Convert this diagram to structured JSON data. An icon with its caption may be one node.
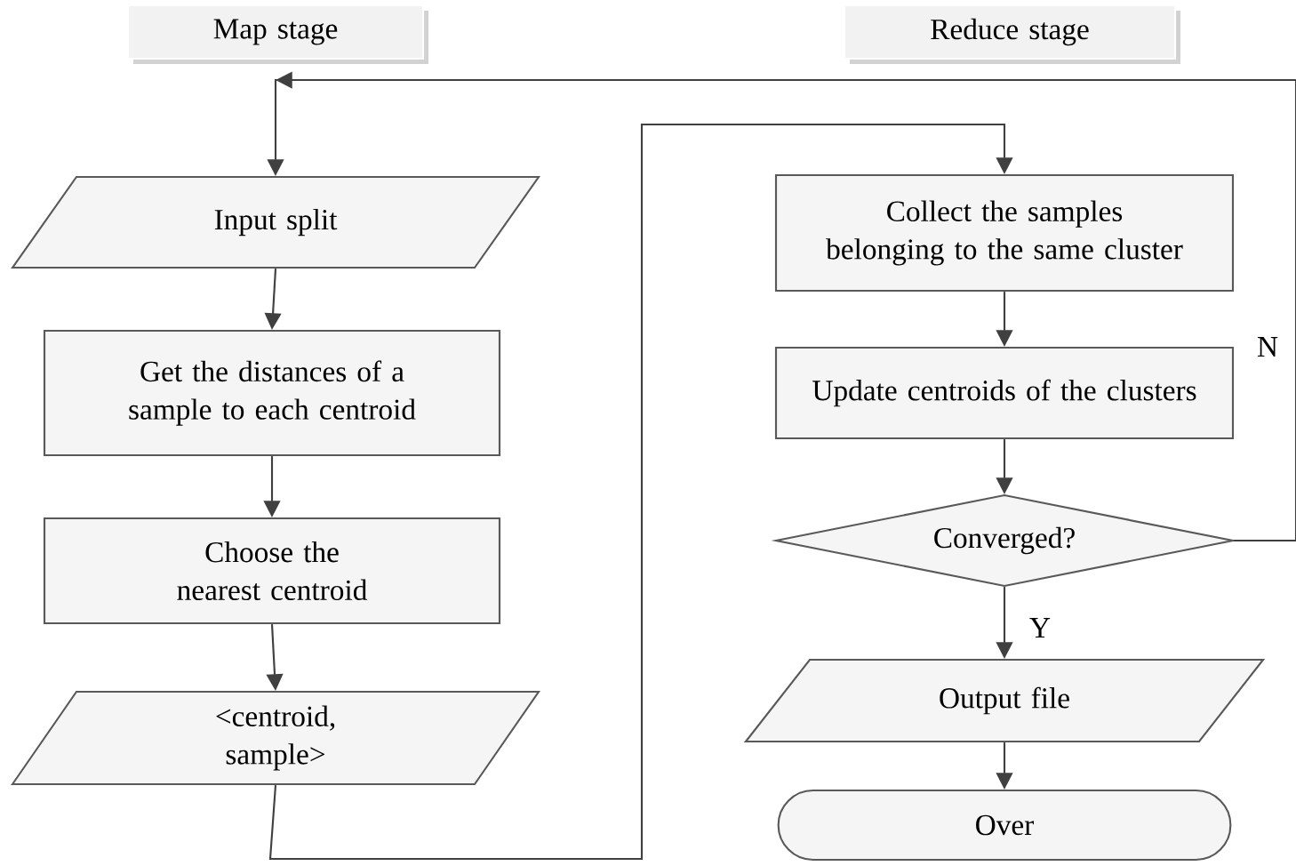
{
  "diagram": {
    "nodes": [
      {
        "text": [
          "Map stage"
        ]
      },
      {
        "text": [
          "Reduce stage"
        ]
      },
      {
        "text": [
          "Input split"
        ]
      },
      {
        "text": [
          "Get the distances of a sample to each centroid"
        ]
      },
      {
        "text": [
          "Choose the nearest centroid"
        ]
      },
      {
        "text": [
          "<centroid, sample>"
        ]
      },
      {
        "text": [
          "Collect the samples belonging to the same cluster"
        ]
      },
      {
        "text": [
          "Update centroids of the clusters"
        ]
      },
      {
        "text": [
          "Converged?"
        ]
      },
      {
        "text": [
          "Output file"
        ]
      },
      {
        "text": [
          "Over"
        ]
      }
    ],
    "edges": [
      {
        "from": 2,
        "to": 3,
        "arrow": "to"
      },
      {
        "from": 3,
        "to": 4,
        "arrow": "to"
      },
      {
        "from": 4,
        "to": 5,
        "arrow": "to"
      },
      {
        "from": 5,
        "to": 6,
        "arrow": "to"
      },
      {
        "from": 6,
        "to": 7,
        "arrow": "to"
      },
      {
        "from": 7,
        "to": 8,
        "arrow": "to"
      },
      {
        "from": 8,
        "to": 9,
        "arrow": "to",
        "label": "Y"
      },
      {
        "from": 9,
        "to": 10,
        "arrow": "to"
      },
      {
        "from": 8,
        "to": 2,
        "arrow": "to",
        "label": "N"
      }
    ]
  }
}
